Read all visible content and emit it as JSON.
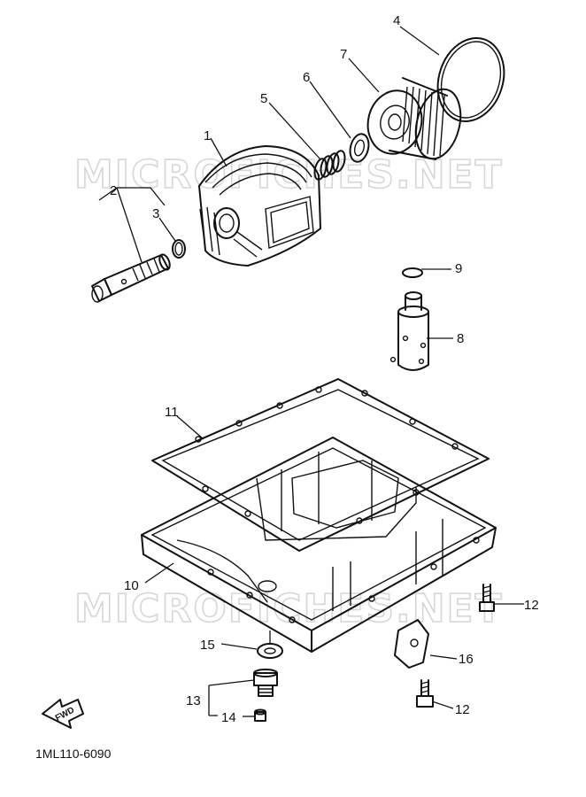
{
  "watermark": "MICROFICHES.NET",
  "diagram_code": "1ML110-6090",
  "fwd_label": "FWD",
  "callouts": [
    {
      "id": "1",
      "label": "1"
    },
    {
      "id": "2",
      "label": "2"
    },
    {
      "id": "3",
      "label": "3"
    },
    {
      "id": "4",
      "label": "4"
    },
    {
      "id": "5",
      "label": "5"
    },
    {
      "id": "6",
      "label": "6"
    },
    {
      "id": "7",
      "label": "7"
    },
    {
      "id": "8",
      "label": "8"
    },
    {
      "id": "9",
      "label": "9"
    },
    {
      "id": "10",
      "label": "10"
    },
    {
      "id": "11",
      "label": "11"
    },
    {
      "id": "12a",
      "label": "12"
    },
    {
      "id": "12b",
      "label": "12"
    },
    {
      "id": "13",
      "label": "13"
    },
    {
      "id": "14",
      "label": "14"
    },
    {
      "id": "15",
      "label": "15"
    },
    {
      "id": "16",
      "label": "16"
    }
  ]
}
